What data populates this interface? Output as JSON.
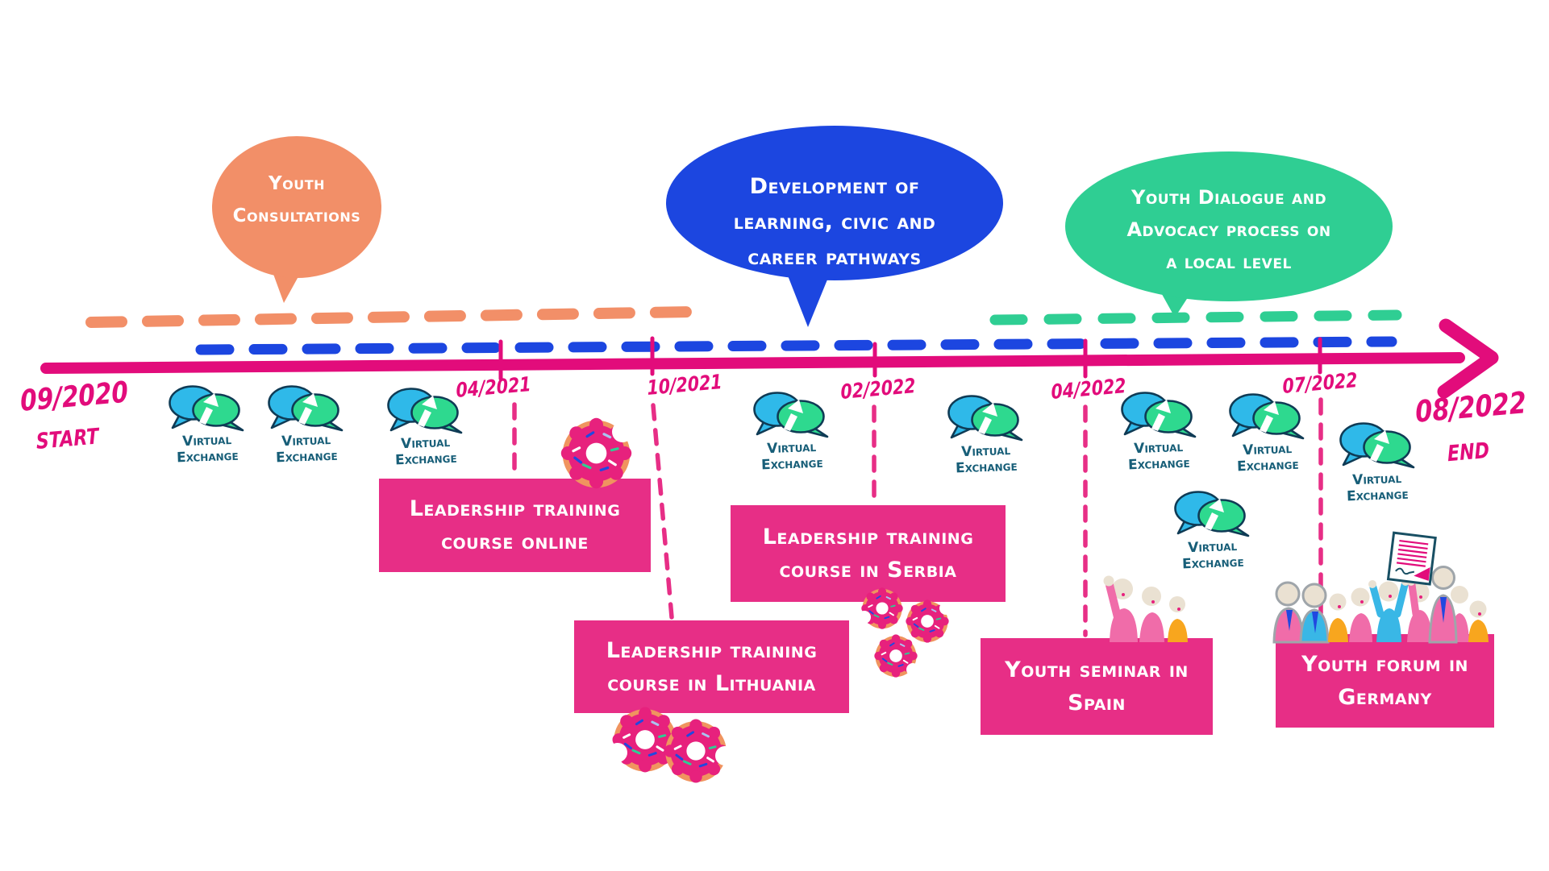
{
  "bubbles": [
    {
      "name": "youth-consultations-bubble",
      "color": "#F28F68",
      "lines": [
        "Youth",
        "Consultations"
      ]
    },
    {
      "name": "development-pathways-bubble",
      "color": "#1C46E0",
      "lines": [
        "Development of",
        "learning, civic and",
        "career pathways"
      ]
    },
    {
      "name": "youth-dialogue-bubble",
      "color": "#2FCE93",
      "lines": [
        "Youth Dialogue and",
        "Advocacy  process on",
        "a local level"
      ]
    }
  ],
  "timeline": {
    "color": "#E20C7B",
    "start": {
      "date": "09/2020",
      "label": "START"
    },
    "end": {
      "date": "08/2022",
      "label": "END"
    },
    "milestones": [
      "04/2021",
      "10/2021",
      "02/2022",
      "04/2022",
      "07/2022"
    ]
  },
  "events": [
    {
      "name": "leadership-training-online",
      "lines": [
        "Leadership training",
        "course online"
      ]
    },
    {
      "name": "leadership-training-lithuania",
      "lines": [
        "Leadership training",
        "course in Lithuania"
      ]
    },
    {
      "name": "leadership-training-serbia",
      "lines": [
        "Leadership training",
        "course in Serbia"
      ]
    },
    {
      "name": "youth-seminar-spain",
      "lines": [
        "Youth seminar in",
        "Spain"
      ]
    },
    {
      "name": "youth-forum-germany",
      "lines": [
        "Youth forum in",
        "Germany"
      ]
    }
  ],
  "virtual_exchange": {
    "line1": "Virtual",
    "line2": "Exchange",
    "count": 9
  },
  "icons": [
    "virtual-exchange-icon",
    "donut-icon",
    "people-icon",
    "signed-document-icon",
    "timeline-arrow-icon"
  ],
  "colors": {
    "pink": "#E20C7B",
    "box_pink": "#E72E86",
    "orange_dash": "#F28F68",
    "blue_dash": "#1C46E0",
    "green_dash": "#2FCE93",
    "ve_cyan": "#2FB9E9",
    "ve_green": "#2ED98F",
    "ve_outline": "#0F3B55",
    "ve_text": "#175E78",
    "donut_base": "#F0945F",
    "donut_frosting": "#E7217D",
    "people_pink": "#F06CA9",
    "people_blue": "#39B7E6",
    "people_orange": "#F8A61E",
    "skin": "#EAE1D2"
  }
}
